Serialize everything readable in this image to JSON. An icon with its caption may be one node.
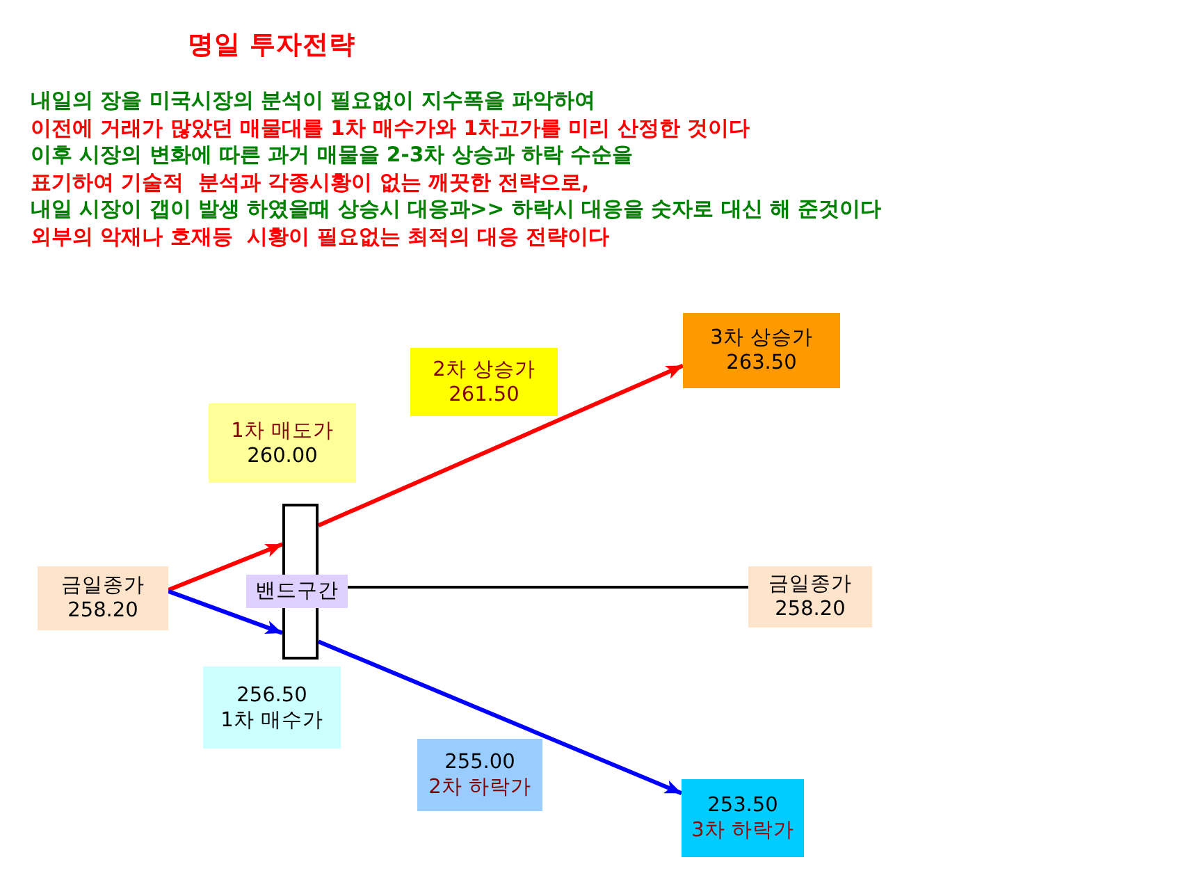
{
  "diagram": {
    "title": "명일 투자전략",
    "nodes": [
      {
        "text": [
          "3차 상승가",
          "263.50"
        ]
      },
      {
        "text": [
          "2차 상승가",
          "261.50"
        ]
      },
      {
        "text": [
          "1차 매도가",
          "260.00"
        ]
      },
      {
        "text": [],
        "shape": "bar"
      },
      {
        "text": [
          "금일종가",
          "258.20"
        ]
      },
      {
        "text": [
          "밴드구간"
        ]
      },
      {
        "text": [
          "금일종가",
          "258.20"
        ]
      },
      {
        "text": [
          "256.50",
          "1차 매수가"
        ]
      },
      {
        "text": [
          "255.00",
          "2차 하락가"
        ]
      },
      {
        "text": [
          "253.50",
          "3차 하락가"
        ]
      }
    ],
    "edges": [
      {
        "from": 4,
        "to": 3,
        "arrow": "to",
        "color": "#ff0000"
      },
      {
        "from": 4,
        "to": 3,
        "arrow": "to",
        "color": "#0000ff"
      },
      {
        "from": 3,
        "to": 0,
        "arrow": "to",
        "color": "#ff0000"
      },
      {
        "from": 3,
        "to": 9,
        "arrow": "to",
        "color": "#0000ff"
      },
      {
        "from": 5,
        "to": 6,
        "arrow": "none",
        "color": "#000000"
      }
    ],
    "labels": [
      "내일의 장을 미국시장의 분석이 필요없이 지수폭을 파악하여",
      "이전에 거래가 많았던 매물대를 1차 매수가와 1차고가를 미리 산정한 것이다",
      "이후 시장의 변화에 따른 과거 매물을 2-3차 상승과 하락 수순을",
      "표기하여 기술적  분석과 각종시황이 없는 깨끗한 전략으로,",
      "내일 시장이 갭이 발생 하였을때 상승시 대응과>> 하락시 대응을 숫자로 대신 해 준것이다",
      "외부의 악재나 호재등  시황이 필요없는 최적의 대응 전략이다"
    ]
  }
}
